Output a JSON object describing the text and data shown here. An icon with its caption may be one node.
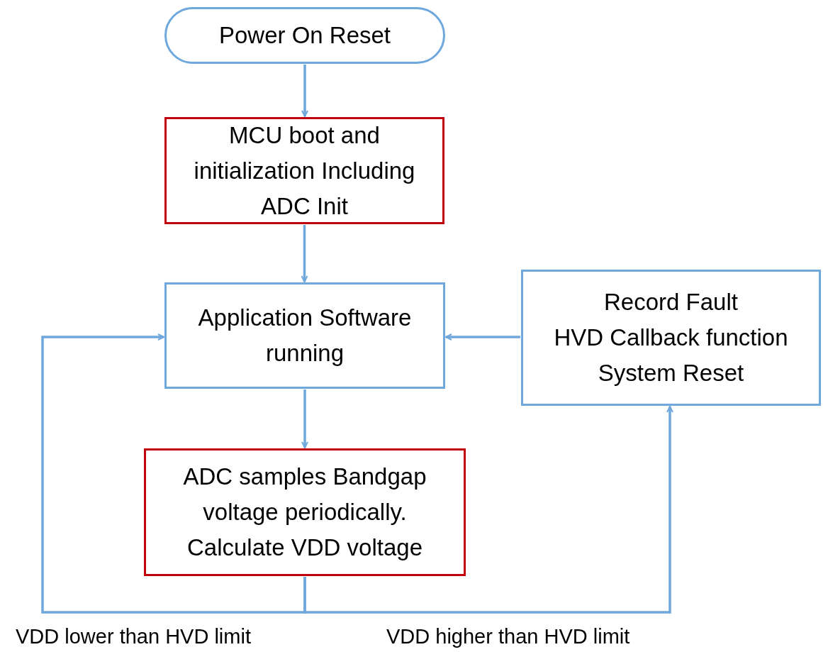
{
  "diagram": {
    "nodes": [
      {
        "text": [
          "Power On Reset"
        ]
      },
      {
        "text": [
          "MCU boot and initialization Including ADC Init"
        ]
      },
      {
        "text": [
          "Application Software running"
        ]
      },
      {
        "text": [
          "Record Fault",
          "HVD Callback function",
          "System Reset"
        ]
      },
      {
        "text": [
          "ADC samples Bandgap voltage periodically. Calculate VDD voltage"
        ]
      }
    ],
    "edges": [
      {
        "from": 0,
        "to": 1,
        "arrow": "to"
      },
      {
        "from": 1,
        "to": 2,
        "arrow": "to"
      },
      {
        "from": 2,
        "to": 4,
        "arrow": "to"
      },
      {
        "from": 3,
        "to": 2,
        "arrow": "to"
      },
      {
        "from": 4,
        "to": 2,
        "arrow": "to",
        "label": "VDD lower than HVD limit"
      },
      {
        "from": 4,
        "to": 3,
        "arrow": "to",
        "label": "VDD higher than HVD limit"
      }
    ]
  }
}
